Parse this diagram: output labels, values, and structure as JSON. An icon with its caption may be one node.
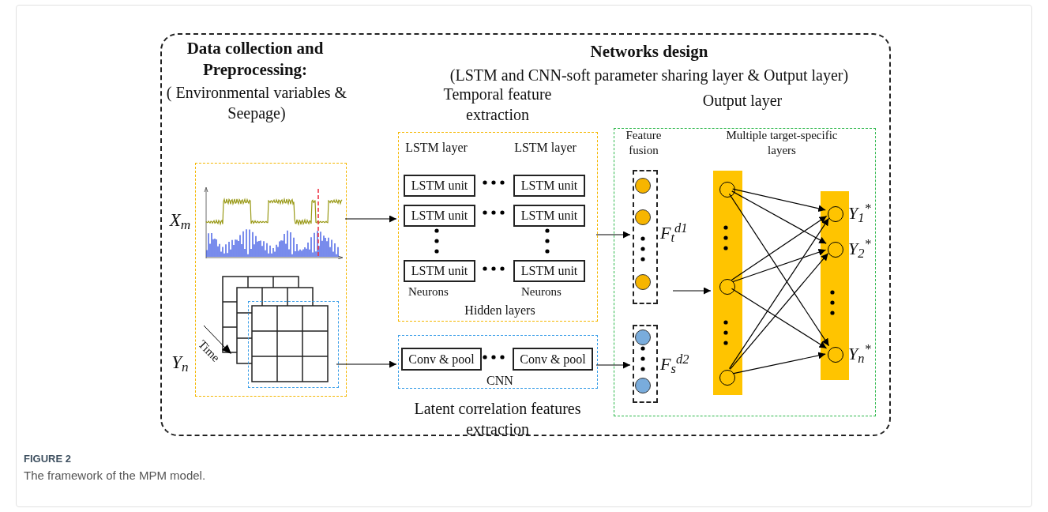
{
  "diagram": {
    "caption": "The framework of the MPM model.",
    "nodes": [
      {
        "text": [
          "Networks design",
          "(LSTM and CNN-soft parameter sharing layer & Output layer)"
        ]
      },
      {
        "text": [
          "Data collection and Preprocessing:",
          "( Environmental variables & Seepage)"
        ],
        "in": 0
      },
      {
        "text": [],
        "shape": "picture",
        "in": 1
      },
      {
        "text": [],
        "shape": "box",
        "in": 1
      },
      {
        "text": [
          "Temporal feature extraction",
          "Hidden layers"
        ],
        "in": 0
      },
      {
        "text": [
          "LSTM unit"
        ],
        "in": 4
      },
      {
        "text": [
          "LSTM unit"
        ],
        "in": 4
      },
      {
        "text": [
          "LSTM unit"
        ],
        "in": 4
      },
      {
        "text": [
          "LSTM unit"
        ],
        "in": 4
      },
      {
        "text": [
          "LSTM unit"
        ],
        "in": 4,
        "beside": [
          "Neurons"
        ]
      },
      {
        "text": [
          "LSTM unit"
        ],
        "in": 4,
        "beside": [
          "Neurons"
        ]
      },
      {
        "text": [
          "CNN",
          "Latent correlation features extraction"
        ],
        "in": 0
      },
      {
        "text": [
          "Conv & pool"
        ],
        "in": 11
      },
      {
        "text": [
          "Conv & pool"
        ],
        "in": 11
      },
      {
        "text": [
          "Output layer"
        ],
        "in": 0
      },
      {
        "text": [],
        "shape": "box",
        "in": 14,
        "beside": [
          "F$_{t}$$^{d1}$"
        ]
      },
      {
        "text": [],
        "shape": "box",
        "in": 14,
        "beside": [
          "F$_{s}$$^{d2}$"
        ]
      },
      {
        "text": [],
        "shape": "bar",
        "in": 14
      },
      {
        "text": [],
        "shape": "bar",
        "in": 14
      },
      {
        "text": [],
        "shape": "circle",
        "in": 17
      },
      {
        "text": [],
        "shape": "circle",
        "in": 17
      },
      {
        "text": [],
        "shape": "circle",
        "in": 17
      },
      {
        "text": [],
        "shape": "circle",
        "in": 18,
        "beside": [
          "Y$_{1}$$^{*}$"
        ]
      },
      {
        "text": [],
        "shape": "circle",
        "in": 18,
        "beside": [
          "Y$_{2}$$^{*}$"
        ]
      },
      {
        "text": [],
        "shape": "circle",
        "in": 18,
        "beside": [
          "Y$_{n}$$^{*}$"
        ]
      }
    ],
    "edges": [
      {
        "from": 1,
        "to": 4,
        "arrow": "to"
      },
      {
        "from": 3,
        "to": 11,
        "arrow": "to"
      },
      {
        "from": 4,
        "to": 15,
        "arrow": "to"
      },
      {
        "from": 11,
        "to": 16,
        "arrow": "to"
      },
      {
        "from": null,
        "to": 17,
        "arrow": "to"
      },
      {
        "from": 19,
        "to": 22,
        "arrow": "to"
      },
      {
        "from": 19,
        "to": 23,
        "arrow": "to"
      },
      {
        "from": 19,
        "to": 24,
        "arrow": "to"
      },
      {
        "from": 20,
        "to": 22,
        "arrow": "to"
      },
      {
        "from": 20,
        "to": 23,
        "arrow": "to"
      },
      {
        "from": 20,
        "to": 24,
        "arrow": "to"
      },
      {
        "from": 21,
        "to": 22,
        "arrow": "to"
      },
      {
        "from": 21,
        "to": 23,
        "arrow": "to"
      },
      {
        "from": 21,
        "to": 24,
        "arrow": "to"
      }
    ],
    "labels": [
      "Feature fusion",
      "Multiple target-specific layers",
      "LSTM layer",
      "LSTM layer",
      "X$_{m}$",
      "Y$_{n}$",
      "Time",
      "FIGURE 2"
    ]
  }
}
